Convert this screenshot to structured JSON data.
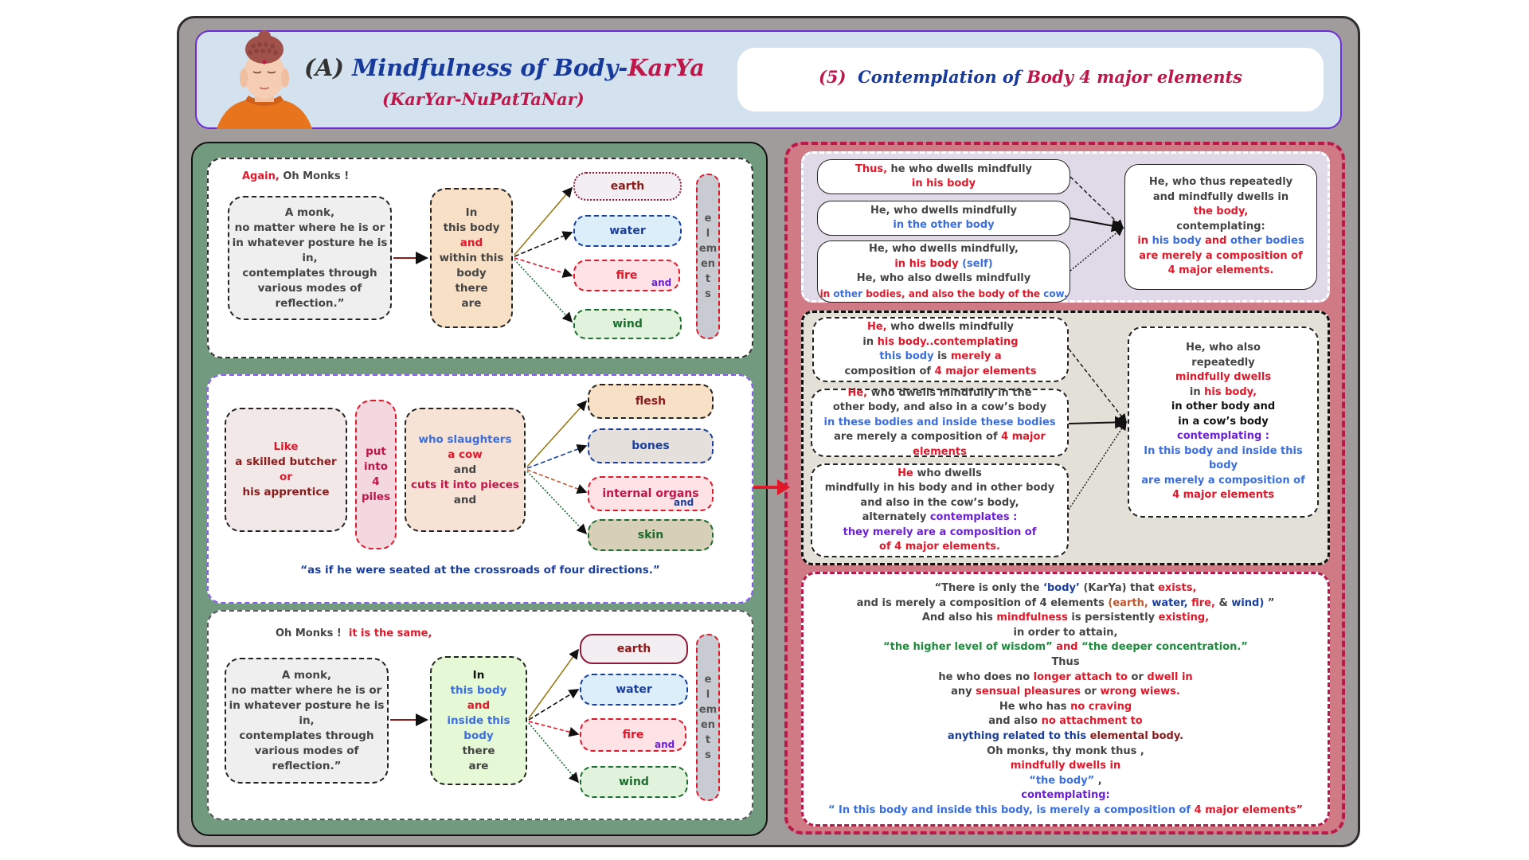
{
  "header": {
    "title_prefix": "(A)",
    "title_main": "Mindfulness of Body-",
    "title_karya": "KarYa",
    "subtitle": "(KarYar-NuPatTaNar)",
    "right_num": "(5)",
    "right_text_a": "Contemplation of",
    "right_text_b": "Body 4 major elements"
  },
  "panel1": {
    "intro_a": "Again,",
    "intro_b": "Oh Monks !",
    "monk_text": [
      "A monk,",
      "no matter where he is or",
      "in whatever posture he is in,",
      "contemplates through",
      "various modes of reflection.”"
    ],
    "mid_text": [
      "In",
      "this body",
      "and",
      "within this",
      "body",
      "there",
      "are"
    ],
    "elements": [
      "earth",
      "water",
      "fire",
      "wind"
    ],
    "and_label": "and",
    "side_label": [
      "e",
      "l",
      "em",
      "en",
      "t",
      "s"
    ]
  },
  "panel2": {
    "butcher": [
      "Like",
      "a skilled butcher",
      "or",
      "his apprentice"
    ],
    "piles": [
      "put",
      "into",
      "4",
      "piles"
    ],
    "slaughter": [
      "who slaughters",
      "a cow",
      "and",
      "cuts it into pieces",
      "and"
    ],
    "parts": [
      "flesh",
      "bones",
      "internal organs",
      "skin"
    ],
    "and_label": "and",
    "quote": "“as if he were seated at the crossroads of four directions.”"
  },
  "panel3": {
    "intro_a": "Oh Monks !",
    "intro_b": "it is the same,",
    "monk_text": [
      "A monk,",
      "no matter where he is or",
      "in whatever posture he is in,",
      "contemplates through",
      "various modes of reflection.”"
    ],
    "mid_text": [
      "In",
      "this body",
      "and",
      "inside this body",
      "there",
      "are"
    ],
    "elements": [
      "earth",
      "water",
      "fire",
      "wind"
    ],
    "and_label": "and",
    "side_label": [
      "e",
      "l",
      "em",
      "en",
      "t",
      "s"
    ]
  },
  "right1": {
    "b1": [
      "Thus,",
      "he who dwells  mindfully",
      "in his body"
    ],
    "b2": [
      "He, who dwells  mindfully",
      "in the other body"
    ],
    "b3": [
      "He,  who dwells mindfully,",
      "in his body",
      "(self)",
      "He, who also dwells mindfully",
      "in",
      "other",
      "bodies, and also the body of the",
      "cow."
    ],
    "summary": [
      "He, who thus repeatedly",
      "and  mindfully dwells in",
      "the  body,",
      "contemplating:",
      "in",
      "his body",
      "and",
      "other bodies",
      "are merely a composition of",
      "4 major elements."
    ]
  },
  "right2": {
    "b1": [
      "He,",
      "who dwells mindfully",
      "in",
      "his body..contemplating",
      "this body",
      "is",
      "merely a",
      "composition of",
      "4 major elements"
    ],
    "b2": [
      "He,",
      "who dwells mindfully in the",
      "other body, and also in a cow’s body",
      "in these bodies and inside these bodies",
      "are merely a composition of",
      "4 major elements"
    ],
    "b3": [
      "He",
      "who dwells",
      "mindfully in his body and in other body",
      "and also in  the cow’s body,",
      "alternately",
      "contemplates :",
      "they merely are a composition of",
      "of  4 major elements."
    ],
    "summary": [
      "He, who also",
      "repeatedly",
      "mindfully dwells",
      "in",
      "his  body,",
      "in other body and",
      "in a cow’s body",
      "contemplating :",
      "In this body and inside this body",
      "are merely  a composition of",
      "4 major elements"
    ]
  },
  "conclusion": {
    "l1": [
      "“There is only the",
      "‘body’",
      "(KarYa) that",
      "exists,"
    ],
    "l2": [
      "and is merely a composition of 4 elements",
      "(earth,",
      "water,",
      "fire,",
      "&",
      "wind)",
      "”"
    ],
    "l3": [
      "And also his",
      "mindfulness",
      "is persistently",
      "existing,"
    ],
    "l4": "in order to attain,",
    "l5": [
      "“the higher level of wisdom”",
      "and",
      "“the deeper concentration.”"
    ],
    "l6": "Thus",
    "l7": [
      "he who does no",
      "longer attach to",
      "or",
      "dwell in"
    ],
    "l8": [
      "any",
      "sensual pleasures",
      "or",
      "wrong wiews."
    ],
    "l9": [
      "He who has",
      "no craving"
    ],
    "l10": [
      "and also",
      "no attachment to"
    ],
    "l11": [
      "anything related to this",
      "elemental body."
    ],
    "l12": "Oh monks, thy monk thus ,",
    "l13": "mindfully dwells in",
    "l14": [
      "“the body”",
      ","
    ],
    "l15": "contemplating:",
    "l16": [
      "“ In this body and inside this body, is merely a composition of",
      "4 major elements”"
    ]
  },
  "colors": {
    "frame": "#a19c9c",
    "left_panel": "#729a7f",
    "right_panel": "#d07a86",
    "accent_red": "#e0182a",
    "accent_blue": "#173a9c"
  }
}
